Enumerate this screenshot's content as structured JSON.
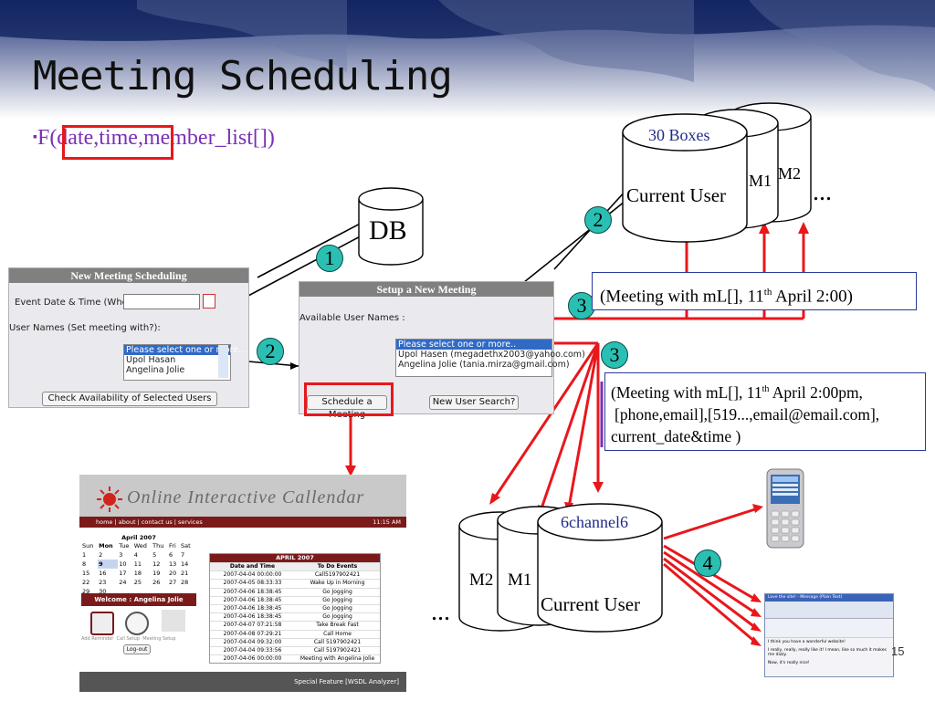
{
  "slide": {
    "title": "Meeting Scheduling",
    "bullet_marker": "▪",
    "bullet_text": "F(date,time,member_list[])",
    "page_number": "15"
  },
  "db": {
    "label": "DB"
  },
  "top_stack": {
    "front_label": "Current User",
    "top_label": "30 Boxes",
    "m1": "M1",
    "m2": "M2",
    "ellipsis": "..."
  },
  "bottom_stack": {
    "front_label": "Current User",
    "top_label": "6channel6",
    "m1": "M1",
    "m2": "M2",
    "ellipsis": "..."
  },
  "steps": {
    "one": "1",
    "two_a": "2",
    "two_b": "2",
    "three_a": "3",
    "three_b": "3",
    "four": "4"
  },
  "note_top": {
    "text_pre": "(Meeting with mL[], 11",
    "sup": "th",
    "text_post": " April 2:00)"
  },
  "note_bottom": {
    "line1_pre": "(Meeting with mL[], 11",
    "line1_sup": "th",
    "line1_post": " April 2:00pm,",
    "line2": "[phone,email],[519...,email@email.com],",
    "line3": "current_date&time )"
  },
  "screen_new_meeting": {
    "header": "New Meeting Scheduling",
    "date_label": "Event Date & Time (When?):",
    "users_label": "User Names (Set meeting with?):",
    "options": [
      "Please select one or more...",
      "Upol Hasan",
      "Angelina Jolie"
    ],
    "button": "Check Availability of Selected Users"
  },
  "screen_setup_meeting": {
    "header": "Setup a New Meeting",
    "available_label": "Available User Names :",
    "options": [
      "Please select one or more..",
      "Upol Hasen (megadethx2003@yahoo.com)",
      "Angelina Jolie (tania.mirza@gmail.com)"
    ],
    "schedule_button": "Schedule a Meeting",
    "search_button": "New User Search?"
  },
  "calendar_app": {
    "title": "Online Interactive Callendar",
    "nav": "home | about | contact us | services",
    "time": "11:15 AM",
    "month": "April 2007",
    "weekdays": [
      "Sun",
      "Mon",
      "Tue",
      "Wed",
      "Thu",
      "Fri",
      "Sat"
    ],
    "weeks": [
      [
        "1",
        "2",
        "3",
        "4",
        "5",
        "6",
        "7"
      ],
      [
        "8",
        "9",
        "10",
        "11",
        "12",
        "13",
        "14"
      ],
      [
        "15",
        "16",
        "17",
        "18",
        "19",
        "20",
        "21"
      ],
      [
        "22",
        "23",
        "24",
        "25",
        "26",
        "27",
        "28"
      ],
      [
        "29",
        "30",
        "",
        "",
        "",
        "",
        ""
      ]
    ],
    "welcome": "Welcome : Angelina Jolie",
    "icon_labels": [
      "Add Reminder",
      "Call Setup",
      "Meeting Setup"
    ],
    "logout": "Log-out",
    "table_title": "APRIL 2007",
    "table_headers": [
      "Date and Time",
      "To Do Events"
    ],
    "rows": [
      [
        "2007-04-04 00:00:00",
        "Call5197902421"
      ],
      [
        "2007-04-05 08:33:33",
        "Wake Up in Morning"
      ],
      [
        "2007-04-06 18:38:45",
        "Go Jogging"
      ],
      [
        "2007-04-06 18:38:45",
        "Go Jogging"
      ],
      [
        "2007-04-06 18:38:45",
        "Go Jogging"
      ],
      [
        "2007-04-06 18:38:45",
        "Go Jogging"
      ],
      [
        "2007-04-07 07:21:58",
        "Take Break Fast"
      ],
      [
        "2007-04-08 07:29:21",
        "Call Home"
      ],
      [
        "2007-04-04 09:32:00",
        "Call 5197902421"
      ],
      [
        "2007-04-04 09:33:56",
        "Call 5197902421"
      ],
      [
        "2007-04-06 00:00:00",
        "Meeting with Angelina Jolie"
      ]
    ],
    "footer": "Special Feature  [WSDL Analyzer]"
  },
  "email_window": {
    "title": "Love the site! - Message (Plain Text)",
    "body1": "I think you have a wonderful website!",
    "body2": "I really, really, really like it! I mean, like so much it makes me dizzy.",
    "body3": "Now, it's really nice!"
  },
  "colors": {
    "arrow_red": "#e8171c",
    "step_teal": "#2bbfb3",
    "title_purple": "#7b2fb5"
  }
}
